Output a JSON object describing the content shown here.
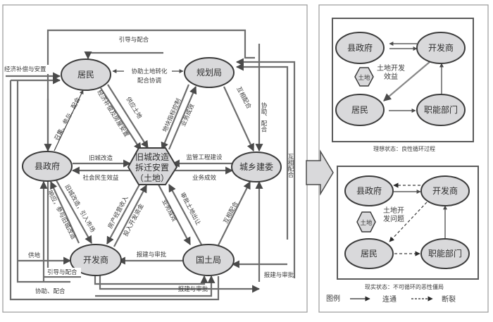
{
  "main_diagram": {
    "nodes": {
      "residents": "居民",
      "planning_bureau": "规划局",
      "county_government": "县政府",
      "center_line1": "旧城改造",
      "center_line2": "拆迁安置",
      "center_line3": "（土地）",
      "urban_rural_committee": "城乡建委",
      "developer": "开发商",
      "land_bureau": "国土局"
    },
    "edges": {
      "guide_cooperate_top": "引导与配合",
      "economic_compensation": "经济补偿与安置",
      "assist_land_conversion_1": "协助土地转化",
      "assist_land_conversion_2": "配合协调",
      "convene_participate": "召集、参与、配合",
      "econ_comp_housing": "经济补偿及房屋安置",
      "supply_land": "供应土地",
      "plot_index_control": "地块指标控制",
      "business_results_planning": "业务成效",
      "mutual_coop_planning": "互相配合",
      "assist_coop_right": "协助、配合",
      "mutual_coop_outer": "互相配合",
      "old_city_renewal": "旧城改造",
      "social_livelihood": "社会民生效益",
      "supervise_construction": "监管工程建设",
      "business_results_committee": "业务成效",
      "respond_participate": "响应，参与旧城改造",
      "renewal_introduce_market": "旧城改造，引入市场",
      "real_estate_income": "房产经营收入",
      "invest_dev_funds": "投入开发资金",
      "business_results_land": "业务成效",
      "approve_land_transfer": "审批土地出让",
      "mutual_coop_land": "互相配合",
      "supply_land_left": "供地",
      "guide_cooperate_bottom": "引导与配合",
      "assist_coop_bottom": "协助、配合",
      "report_approve_1": "报建与审批",
      "report_approve_2": "报建与审批",
      "report_approve_3": "报建与审批"
    }
  },
  "ideal_state": {
    "nodes": {
      "county_government": "县政府",
      "developer": "开发商",
      "land": "土地",
      "residents": "居民",
      "functional_depts": "职能部门"
    },
    "center_text_1": "土地开发",
    "center_text_2": "效益",
    "caption": "理想状态：良性循环过程"
  },
  "real_state": {
    "nodes": {
      "county_government": "县政府",
      "developer": "开发商",
      "land": "土地",
      "residents": "居民",
      "functional_depts": "职能部门"
    },
    "center_text_1": "土地开",
    "center_text_2": "发问题",
    "caption": "现实状态：不可循环的恶性僵局"
  },
  "legend": {
    "title": "图例",
    "connected": "连通",
    "broken": "断裂"
  },
  "colors": {
    "node_fill": "#d9d9db",
    "edge": "#6e6e6e",
    "outline": "#3c3c3c"
  }
}
